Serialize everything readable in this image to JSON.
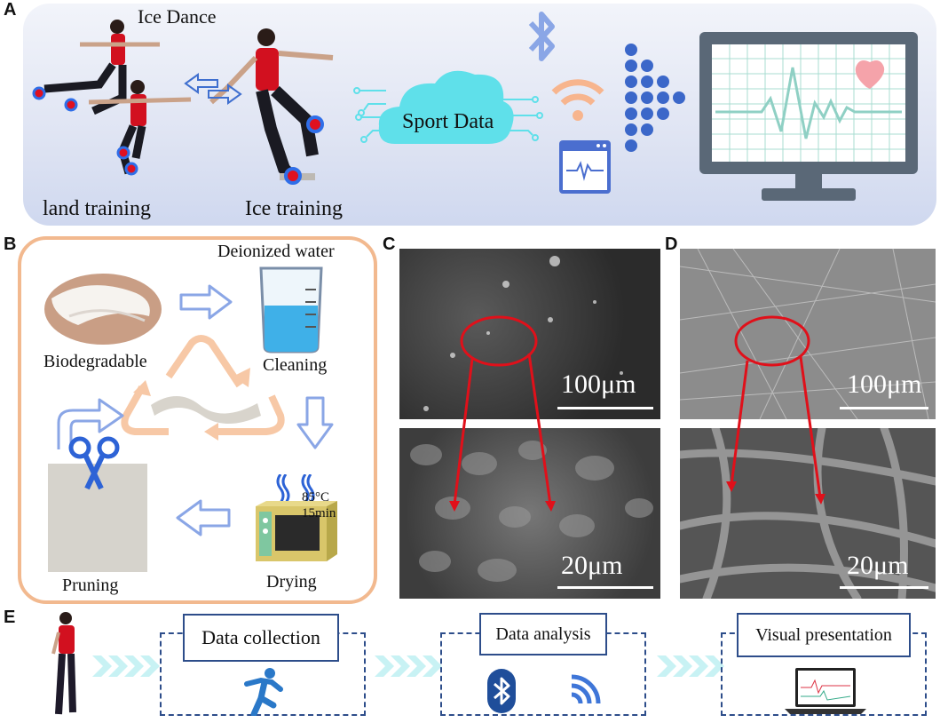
{
  "panels": {
    "a": "A",
    "b": "B",
    "c": "C",
    "d": "D",
    "e": "E"
  },
  "panelA": {
    "title": "Ice Dance",
    "land_label": "land training",
    "ice_label": "Ice training",
    "cloud_label": "Sport Data"
  },
  "panelB": {
    "water_label": "Deionized water",
    "biodegradable_label": "Biodegradable",
    "cleaning_label": "Cleaning",
    "temp_label": "85°C",
    "time_label": "15min",
    "drying_label": "Drying",
    "pruning_label": "Pruning"
  },
  "panelC": {
    "top_scale": "100μm",
    "bottom_scale": "20μm"
  },
  "panelD": {
    "top_scale": "100μm",
    "bottom_scale": "20μm"
  },
  "panelE": {
    "collection_label": "Data collection",
    "analysis_label": "Data analysis",
    "presentation_label": "Visual presentation"
  },
  "colors": {
    "accent_blue": "#2d4d8a",
    "cloud": "#5fe0ea",
    "heart": "#f5a3aa",
    "marker_red": "#e01020",
    "arrow_red": "#e0101a",
    "orange_frame": "#f2b98f"
  }
}
